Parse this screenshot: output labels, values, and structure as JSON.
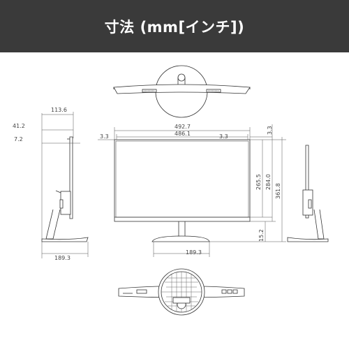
{
  "header": {
    "title": "寸法 (mm[インチ])",
    "background": "#3a3a3a",
    "text_color": "#ffffff"
  },
  "dimensions": {
    "overall_width": "492.7",
    "screen_width": "486.1",
    "left_bezel": "3.3",
    "right_bezel": "3.3",
    "top_bezel": "3.3",
    "screen_height": "265.5",
    "panel_height": "284.0",
    "overall_height": "361.8",
    "stand_gap": "15.2",
    "base_depth_front": "189.3",
    "total_depth": "113.6",
    "panel_depth": "41.2",
    "thin_depth": "7.2",
    "base_depth_side": "189.3"
  },
  "colors": {
    "line": "#333333",
    "dim_line": "#555555"
  }
}
